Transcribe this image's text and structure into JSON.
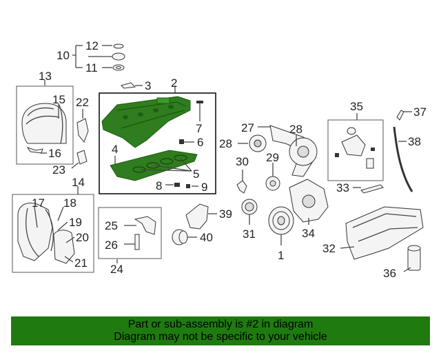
{
  "callouts": [
    "1",
    "2",
    "3",
    "4",
    "5",
    "6",
    "7",
    "8",
    "9",
    "10",
    "11",
    "12",
    "13",
    "14",
    "15",
    "16",
    "17",
    "18",
    "19",
    "20",
    "21",
    "22",
    "23",
    "24",
    "25",
    "26",
    "27",
    "28",
    "29",
    "30",
    "31",
    "32",
    "33",
    "34",
    "35",
    "36",
    "37",
    "38",
    "39",
    "40"
  ],
  "banner": {
    "line1": "Part or sub-assembly is #2 in diagram",
    "line2": "Diagram may not be specific to your vehicle"
  },
  "colors": {
    "highlight": "#2f7d1e",
    "banner": "#1f7a10"
  }
}
